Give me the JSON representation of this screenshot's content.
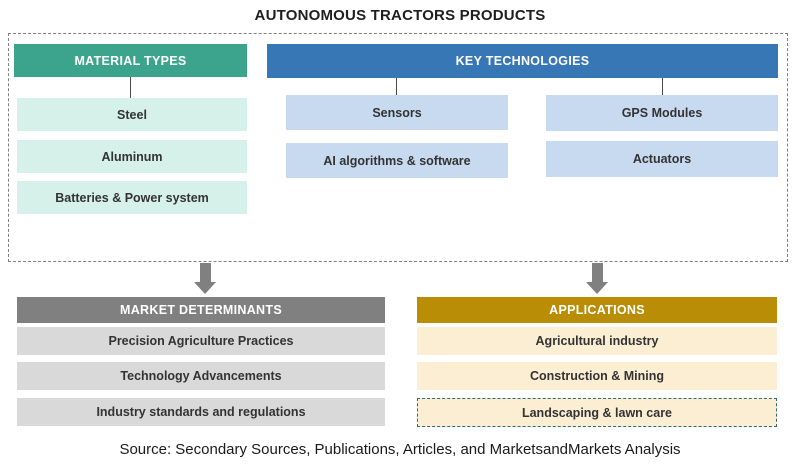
{
  "title": "AUTONOMOUS TRACTORS PRODUCTS",
  "container": {
    "material_types": {
      "label": "MATERIAL TYPES",
      "items": [
        "Steel",
        "Aluminum",
        "Batteries & Power system"
      ]
    },
    "key_technologies": {
      "label": "KEY TECHNOLOGIES",
      "items": [
        "Sensors",
        "GPS Modules",
        "AI algorithms & software",
        "Actuators"
      ]
    }
  },
  "market_determinants": {
    "label": "MARKET DETERMINANTS",
    "items": [
      "Precision Agriculture Practices",
      "Technology Advancements",
      "Industry standards and regulations"
    ]
  },
  "applications": {
    "label": "APPLICATIONS",
    "items": [
      "Agricultural industry",
      "Construction & Mining",
      "Landscaping & lawn care"
    ],
    "highlighted_item": "Landscaping & lawn care"
  },
  "source_note": "Source: Secondary Sources, Publications, Articles, and MarketsandMarkets Analysis",
  "colors": {
    "material_header": "#3CA48C",
    "material_item_bg": "#D6F0EA",
    "technology_header": "#3877B5",
    "technology_item_bg": "#C7DAF0",
    "determinants_header": "#808080",
    "determinants_item_bg": "#D9D9D9",
    "applications_header": "#BA8D07",
    "applications_item_bg": "#FBEED3",
    "highlight_border": "#2E6975",
    "arrow": "#808080"
  }
}
